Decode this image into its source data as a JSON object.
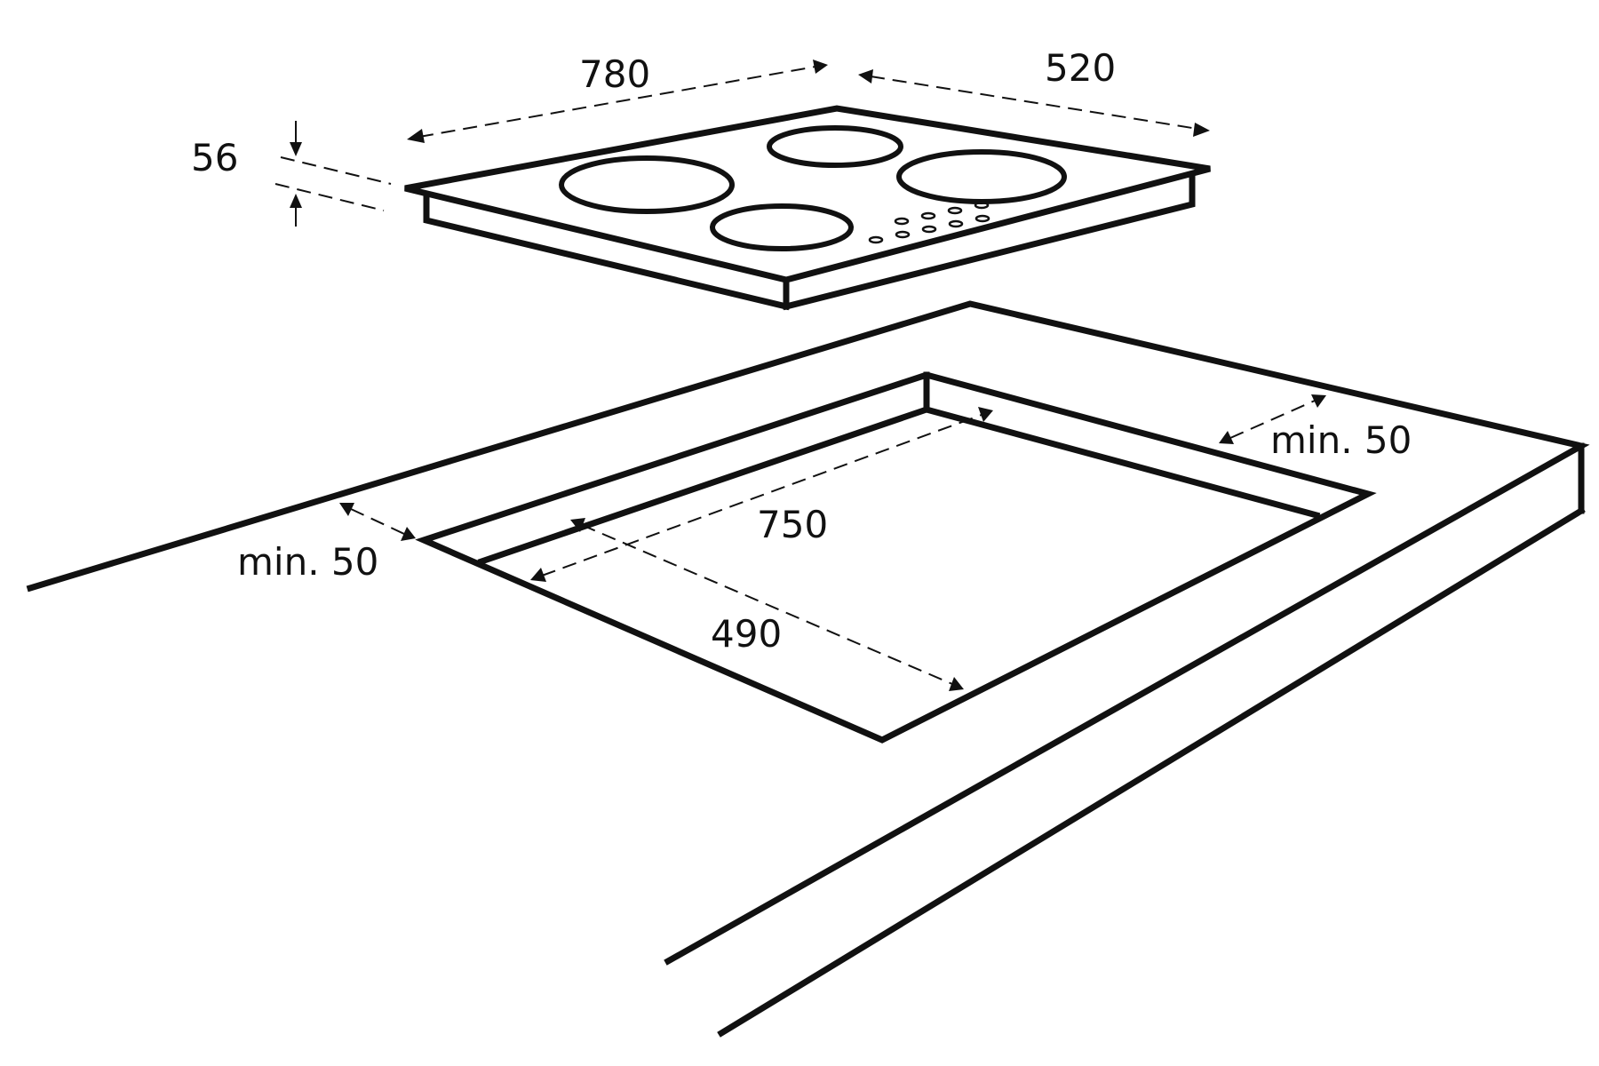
{
  "labels": {
    "hob_width": "780",
    "hob_depth": "520",
    "hob_height": "56",
    "cutout_width": "750",
    "cutout_depth": "490",
    "clearance_back": "min. 50",
    "clearance_side": "min. 50"
  },
  "colors": {
    "line": "#111111",
    "background": "#ffffff"
  }
}
